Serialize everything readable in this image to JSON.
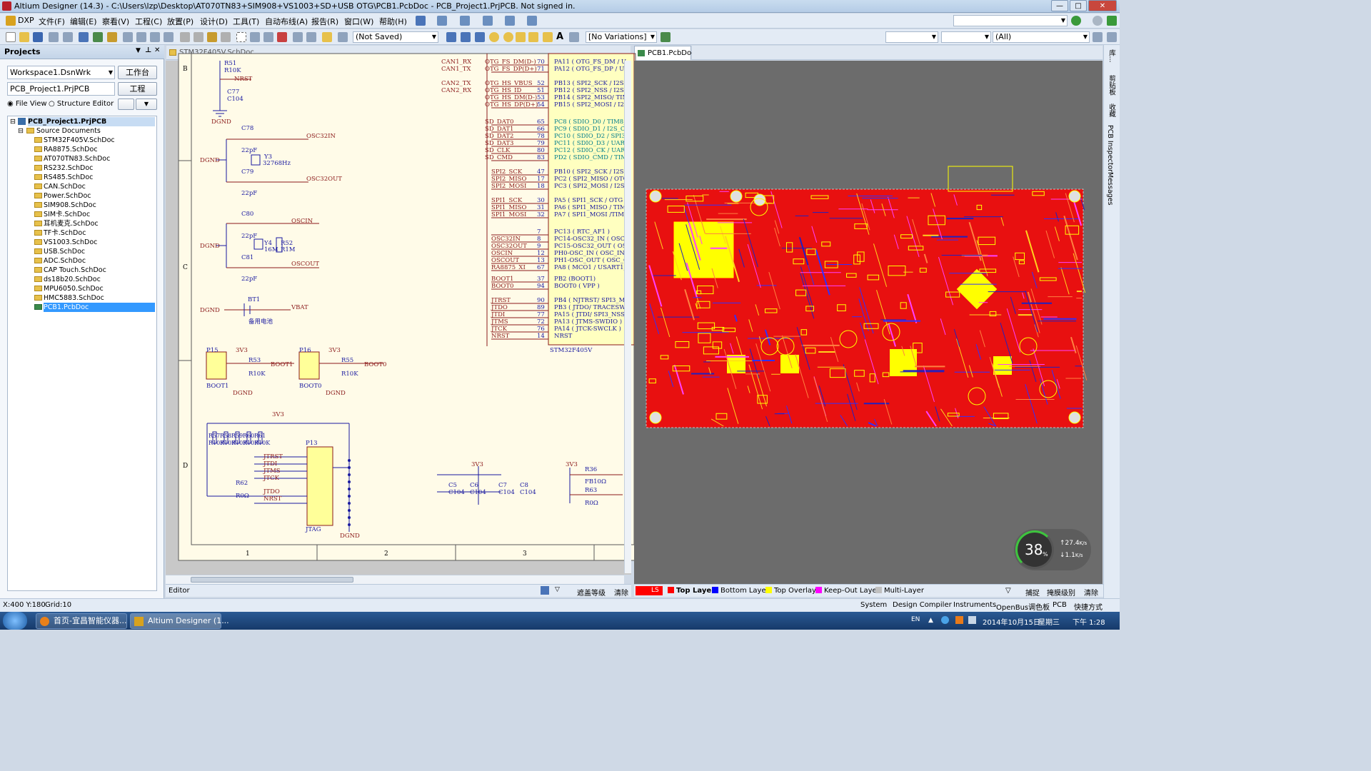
{
  "window": {
    "title": "Altium Designer (14.3) - C:\\Users\\lzp\\Desktop\\AT070TN83+SIM908+VS1003+SD+USB OTG\\PCB1.PcbDoc - PCB_Project1.PrjPCB. Not signed in.",
    "minimize": "—",
    "maximize": "□",
    "close": "✕"
  },
  "menu": [
    "DXP",
    "文件(F)",
    "编辑(E)",
    "察看(V)",
    "工程(C)",
    "放置(P)",
    "设计(D)",
    "工具(T)",
    "自动布线(A)",
    "报告(R)",
    "窗口(W)",
    "帮助(H)"
  ],
  "toolbar": {
    "doc_status": "(Not Saved)",
    "variations": "[No Variations]",
    "filter_all": "(All)"
  },
  "projects": {
    "title": "Projects",
    "workspace": "Workspace1.DsnWrk",
    "workspace_btn": "工作台",
    "project": "PCB_Project1.PrjPCB",
    "project_btn": "工程",
    "file_view": "File View",
    "structure_editor": "Structure Editor",
    "tree_root": "PCB_Project1.PrjPCB",
    "tree_group": "Source Documents",
    "files": [
      "STM32F405V.SchDoc",
      "RA8875.SchDoc",
      "AT070TN83.SchDoc",
      "RS232.SchDoc",
      "RS485.SchDoc",
      "CAN.SchDoc",
      "Power.SchDoc",
      "SIM908.SchDoc",
      "SIM卡.SchDoc",
      "耳机麦克.SchDoc",
      "TF卡.SchDoc",
      "VS1003.SchDoc",
      "USB.SchDoc",
      "ADC.SchDoc",
      "CAP Touch.SchDoc",
      "ds18b20.SchDoc",
      "MPU6050.SchDoc",
      "HMC5883.SchDoc",
      "PCB1.PcbDoc"
    ],
    "selected_file": "PCB1.PcbDoc"
  },
  "tabs": {
    "schematic": "STM32F405V.SchDoc",
    "pcb": "PCB1.PcbDoc"
  },
  "schematic": {
    "row_labels": [
      "B",
      "C",
      "D"
    ],
    "col_labels": [
      "1",
      "2",
      "3"
    ],
    "labels": {
      "r51": "R51",
      "r51v": "R10K",
      "nrst": "NRST",
      "c77": "C77",
      "c77v": "C104",
      "dgnd": "DGND",
      "c78": "C78",
      "c78v": "22pF",
      "osc32in": "OSC32IN",
      "y3": "Y3",
      "y3v": "32768Hz",
      "c79": "C79",
      "c79v": "22pF",
      "osc32out": "OSC32OUT",
      "c80": "C80",
      "c80v": "22pF",
      "oscin": "OSCIN",
      "y4": "Y4",
      "y4v": "16M",
      "r52": "R52",
      "r52v": "R1M",
      "c81": "C81",
      "c81v": "22pF",
      "oscout": "OSCOUT",
      "bt1": "BT1",
      "bt1v": "备用电池",
      "vbat": "VBAT",
      "p15": "P15",
      "p16": "P16",
      "v3v3": "3V3",
      "r53": "R53",
      "r53v": "R10K",
      "r55": "R55",
      "r55v": "R10K",
      "boot1": "BOOT1",
      "boot0": "BOOT0",
      "p13": "P13",
      "jtag": "JTAG",
      "r62": "R62",
      "r62v": "R0Ω",
      "c5": "C5",
      "c6": "C6",
      "c7": "C7",
      "c8": "C8",
      "c104": "C104",
      "r36": "R36",
      "r36v": "FB10Ω",
      "r63": "R63",
      "r63v": "R0Ω",
      "chip": "STM32F405V"
    },
    "jtag_nets": [
      "JTRST",
      "JTDI",
      "JTMS",
      "JTCK",
      "JTDO",
      "NRST"
    ],
    "res_bank": [
      "R57",
      "R58",
      "R59",
      "R60",
      "R61"
    ],
    "net_rows": [
      [
        "CAN1_RX",
        "OTG_FS_DM(D-)",
        "70",
        "PA11 ( OTG_FS_DM / U"
      ],
      [
        "CAN1_TX",
        "OTG_FS_DP(D+)",
        "71",
        "PA12 ( OTG_FS_DP / US"
      ],
      [
        "CAN2_TX",
        "OTG_HS_VBUS",
        "52",
        "PB13 ( SPI2_SCK / I2S2"
      ],
      [
        "CAN2_RX",
        "OTG_HS_ID",
        "51",
        "PB12 ( SPI2_NSS / I2S2"
      ],
      [
        "",
        "OTG_HS_DM(D-)",
        "53",
        "PB14 ( SPI2_MISO/ TIM"
      ],
      [
        "",
        "OTG_HS_DP(D+)",
        "54",
        "PB15 ( SPI2_MOSI / I2S"
      ],
      [
        "",
        "SD_DAT0",
        "65",
        "PC8 ( SDIO_D0 / TIM8_"
      ],
      [
        "",
        "SD_DAT1",
        "66",
        "PC9 ( SDIO_D1 / I2S_C"
      ],
      [
        "",
        "SD_DAT2",
        "78",
        "PC10 ( SDIO_D2 / SPI3_"
      ],
      [
        "",
        "SD_DAT3",
        "79",
        "PC11 ( SDIO_D3 / UART"
      ],
      [
        "",
        "SD_CLK",
        "80",
        "PC12 ( SDIO_CK / UART"
      ],
      [
        "",
        "SD_CMD",
        "83",
        "PD2 ( SDIO_CMD / TIM"
      ],
      [
        "",
        "SPI2_SCK",
        "47",
        "PB10 ( SPI2_SCK / I2S2"
      ],
      [
        "",
        "SPI2_MISO",
        "17",
        "PC2 ( SPI2_MISO / OTG"
      ],
      [
        "",
        "SPI2_MOSI",
        "18",
        "PC3 ( SPI2_MOSI / I2S"
      ],
      [
        "",
        "SPI1_SCK",
        "30",
        "PA5 ( SPI1_SCK / OTG"
      ],
      [
        "",
        "SPI1_MISO",
        "31",
        "PA6 ( SPI1_MISO / TIM"
      ],
      [
        "",
        "SPI1_MOSI",
        "32",
        "PA7 ( SPI1_MOSI /TIM"
      ],
      [
        "",
        "",
        "7",
        "PC13 ( RTC_AF1 )"
      ],
      [
        "",
        "OSC32IN",
        "8",
        "PC14-OSC32_IN ( OSC3"
      ],
      [
        "",
        "OSC32OUT",
        "9",
        "PC15-OSC32_OUT ( OSC"
      ],
      [
        "",
        "OSCIN",
        "12",
        "PH0-OSC_IN ( OSC_IN"
      ],
      [
        "",
        "OSCOUT",
        "13",
        "PH1-OSC_OUT ( OSC_C"
      ],
      [
        "",
        "RA8875_XI",
        "67",
        "PA8 ( MCO1 / USART1_"
      ],
      [
        "",
        "BOOT1",
        "37",
        "PB2 (BOOT1)"
      ],
      [
        "",
        "BOOT0",
        "94",
        "BOOT0 ( VPP )"
      ],
      [
        "",
        "JTRST",
        "90",
        "PB4 ( NJTRST/ SPI3_MI"
      ],
      [
        "",
        "JTDO",
        "89",
        "PB3 ( JTDO/ TRACESW"
      ],
      [
        "",
        "JTDI",
        "77",
        "PA15 ( JTDI/ SPI3_NSS/"
      ],
      [
        "",
        "JTMS",
        "72",
        "PA13 ( JTMS-SWDIO )"
      ],
      [
        "",
        "JTCK",
        "76",
        "PA14 ( JTCK-SWCLK )"
      ],
      [
        "",
        "NRST",
        "14",
        "NRST"
      ]
    ]
  },
  "editor_bar": {
    "label": "Editor",
    "mask_level": "遮盖等级",
    "clear": "清除"
  },
  "layers": {
    "current": "LS",
    "items": [
      {
        "name": "Top Layer",
        "color": "#ff0000"
      },
      {
        "name": "Bottom Layer",
        "color": "#0000ff"
      },
      {
        "name": "Top Overlay",
        "color": "#ffff00"
      },
      {
        "name": "Keep-Out Layer",
        "color": "#ff00ff"
      },
      {
        "name": "Multi-Layer",
        "color": "#c0c0c0"
      }
    ],
    "snap": "捕捉",
    "mask_level": "掩膜级别",
    "clear": "清除"
  },
  "right_panels": [
    "库...",
    "剪贴板",
    "收藏",
    "PCB Inspector",
    "Messages"
  ],
  "status": {
    "coords": "X:400 Y:180",
    "grid": "Grid:10",
    "tabs": [
      "System",
      "Design Compiler",
      "Instruments",
      "OpenBus调色板",
      "PCB",
      "快捷方式"
    ]
  },
  "speed": {
    "percent": "38",
    "unit": "%",
    "up": "27.4",
    "up_unit": "K/s",
    "down": "1.1",
    "down_unit": "K/s"
  },
  "taskbar": {
    "tasks": [
      "首页-宜昌智能仪器...",
      "Altium Designer (1..."
    ],
    "lang": "EN",
    "date": "2014年10月15日",
    "weekday": "星期三",
    "time": "下午 1:28"
  },
  "colors": {
    "accent": "#3399ff",
    "pcb_bg": "#ee1111",
    "title_bg": "#c9dcef"
  }
}
